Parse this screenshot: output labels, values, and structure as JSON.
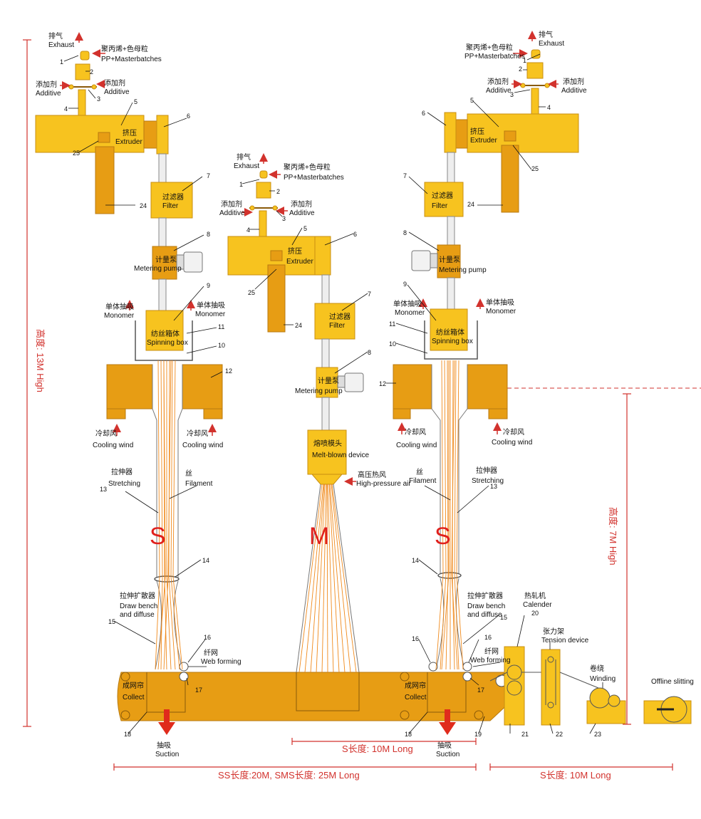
{
  "labels": {
    "exhaust_cn": "排气",
    "exhaust_en": "Exhaust",
    "pp_cn": "聚丙烯+色母粒",
    "pp_en": "PP+Masterbatches",
    "additive_cn": "添加剂",
    "additive_en": "Additive",
    "extruder_cn": "挤压",
    "extruder_en": "Extruder",
    "filter_cn": "过滤器",
    "filter_en": "Filter",
    "metering_cn": "计量泵",
    "metering_en": "Metering pump",
    "monomer_cn": "单体抽吸",
    "monomer_en": "Monomer",
    "spinning_cn": "纺丝箱体",
    "spinning_en": "Spinning box",
    "cooling_cn": "冷却风",
    "cooling_en": "Cooling wind",
    "stretching_cn": "拉伸器",
    "stretching_en": "Stretching",
    "filament_cn": "丝",
    "filament_en": "Filament",
    "drawbench_cn": "拉伸扩散器",
    "drawbench_en1": "Draw bench",
    "drawbench_en2": "and diffuse",
    "webforming_cn": "纤网",
    "webforming_en": "Web forming",
    "collect_cn": "成网帘",
    "collect_en": "Collect",
    "suction_cn": "抽吸",
    "suction_en": "Suction",
    "meltblown_cn": "熔喷模头",
    "meltblown_en": "Melt-blown device",
    "hpair_cn": "高压热风",
    "hpair_en": "High-pressure air",
    "calender_cn": "热轧机",
    "calender_en": "Calender",
    "tension_cn": "张力架",
    "tension_en": "Tension device",
    "winding_cn": "卷绕",
    "winding_en": "Winding",
    "offline": "Offline slitting",
    "letter_s": "S",
    "letter_m": "M"
  },
  "numbers": {
    "n1": "1",
    "n2": "2",
    "n3": "3",
    "n4": "4",
    "n5": "5",
    "n6": "6",
    "n7": "7",
    "n8": "8",
    "n9": "9",
    "n10": "10",
    "n11": "11",
    "n12": "12",
    "n13": "13",
    "n14": "14",
    "n15": "15",
    "n16": "16",
    "n17": "17",
    "n18": "18",
    "n19": "19",
    "n20": "20",
    "n21": "21",
    "n22": "22",
    "n23": "23",
    "n24": "24",
    "n25": "25"
  },
  "dimensions": {
    "height_13": "高度: 13M High",
    "height_7": "高度: 7M High",
    "length_s_center": "S长度: 10M Long",
    "length_ss": "SS长度:20M, SMS长度: 25M Long",
    "length_s_right": "S长度: 10M Long"
  },
  "colors": {
    "machine": "#f7c31f",
    "machine_dark": "#e79d14",
    "dimension": "#d2322d",
    "filament": "#f08a1c"
  }
}
